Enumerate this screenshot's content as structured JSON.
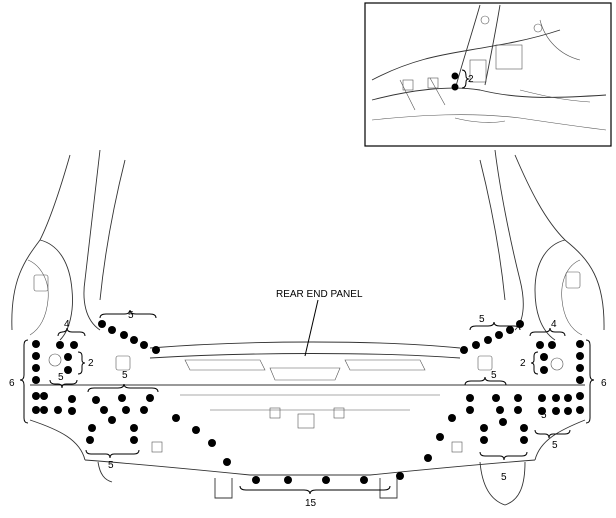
{
  "callouts": {
    "rear_end_panel": "REAR END PANEL",
    "inset_count": "2",
    "left_outer": "6",
    "left_upper": "4",
    "left_top_group": "5",
    "left_mid_a": "2",
    "left_mid_b": "5",
    "left_center": "5",
    "left_lower": "5",
    "right_outer": "6",
    "right_upper": "4",
    "right_top_group": "5",
    "right_mid_a": "2",
    "right_mid_b": "5",
    "right_center": "5",
    "right_lower": "5",
    "right_bottom": "5",
    "bottom_center": "15"
  },
  "colors": {
    "line": "#333333",
    "dot": "#000000",
    "background": "#ffffff"
  }
}
